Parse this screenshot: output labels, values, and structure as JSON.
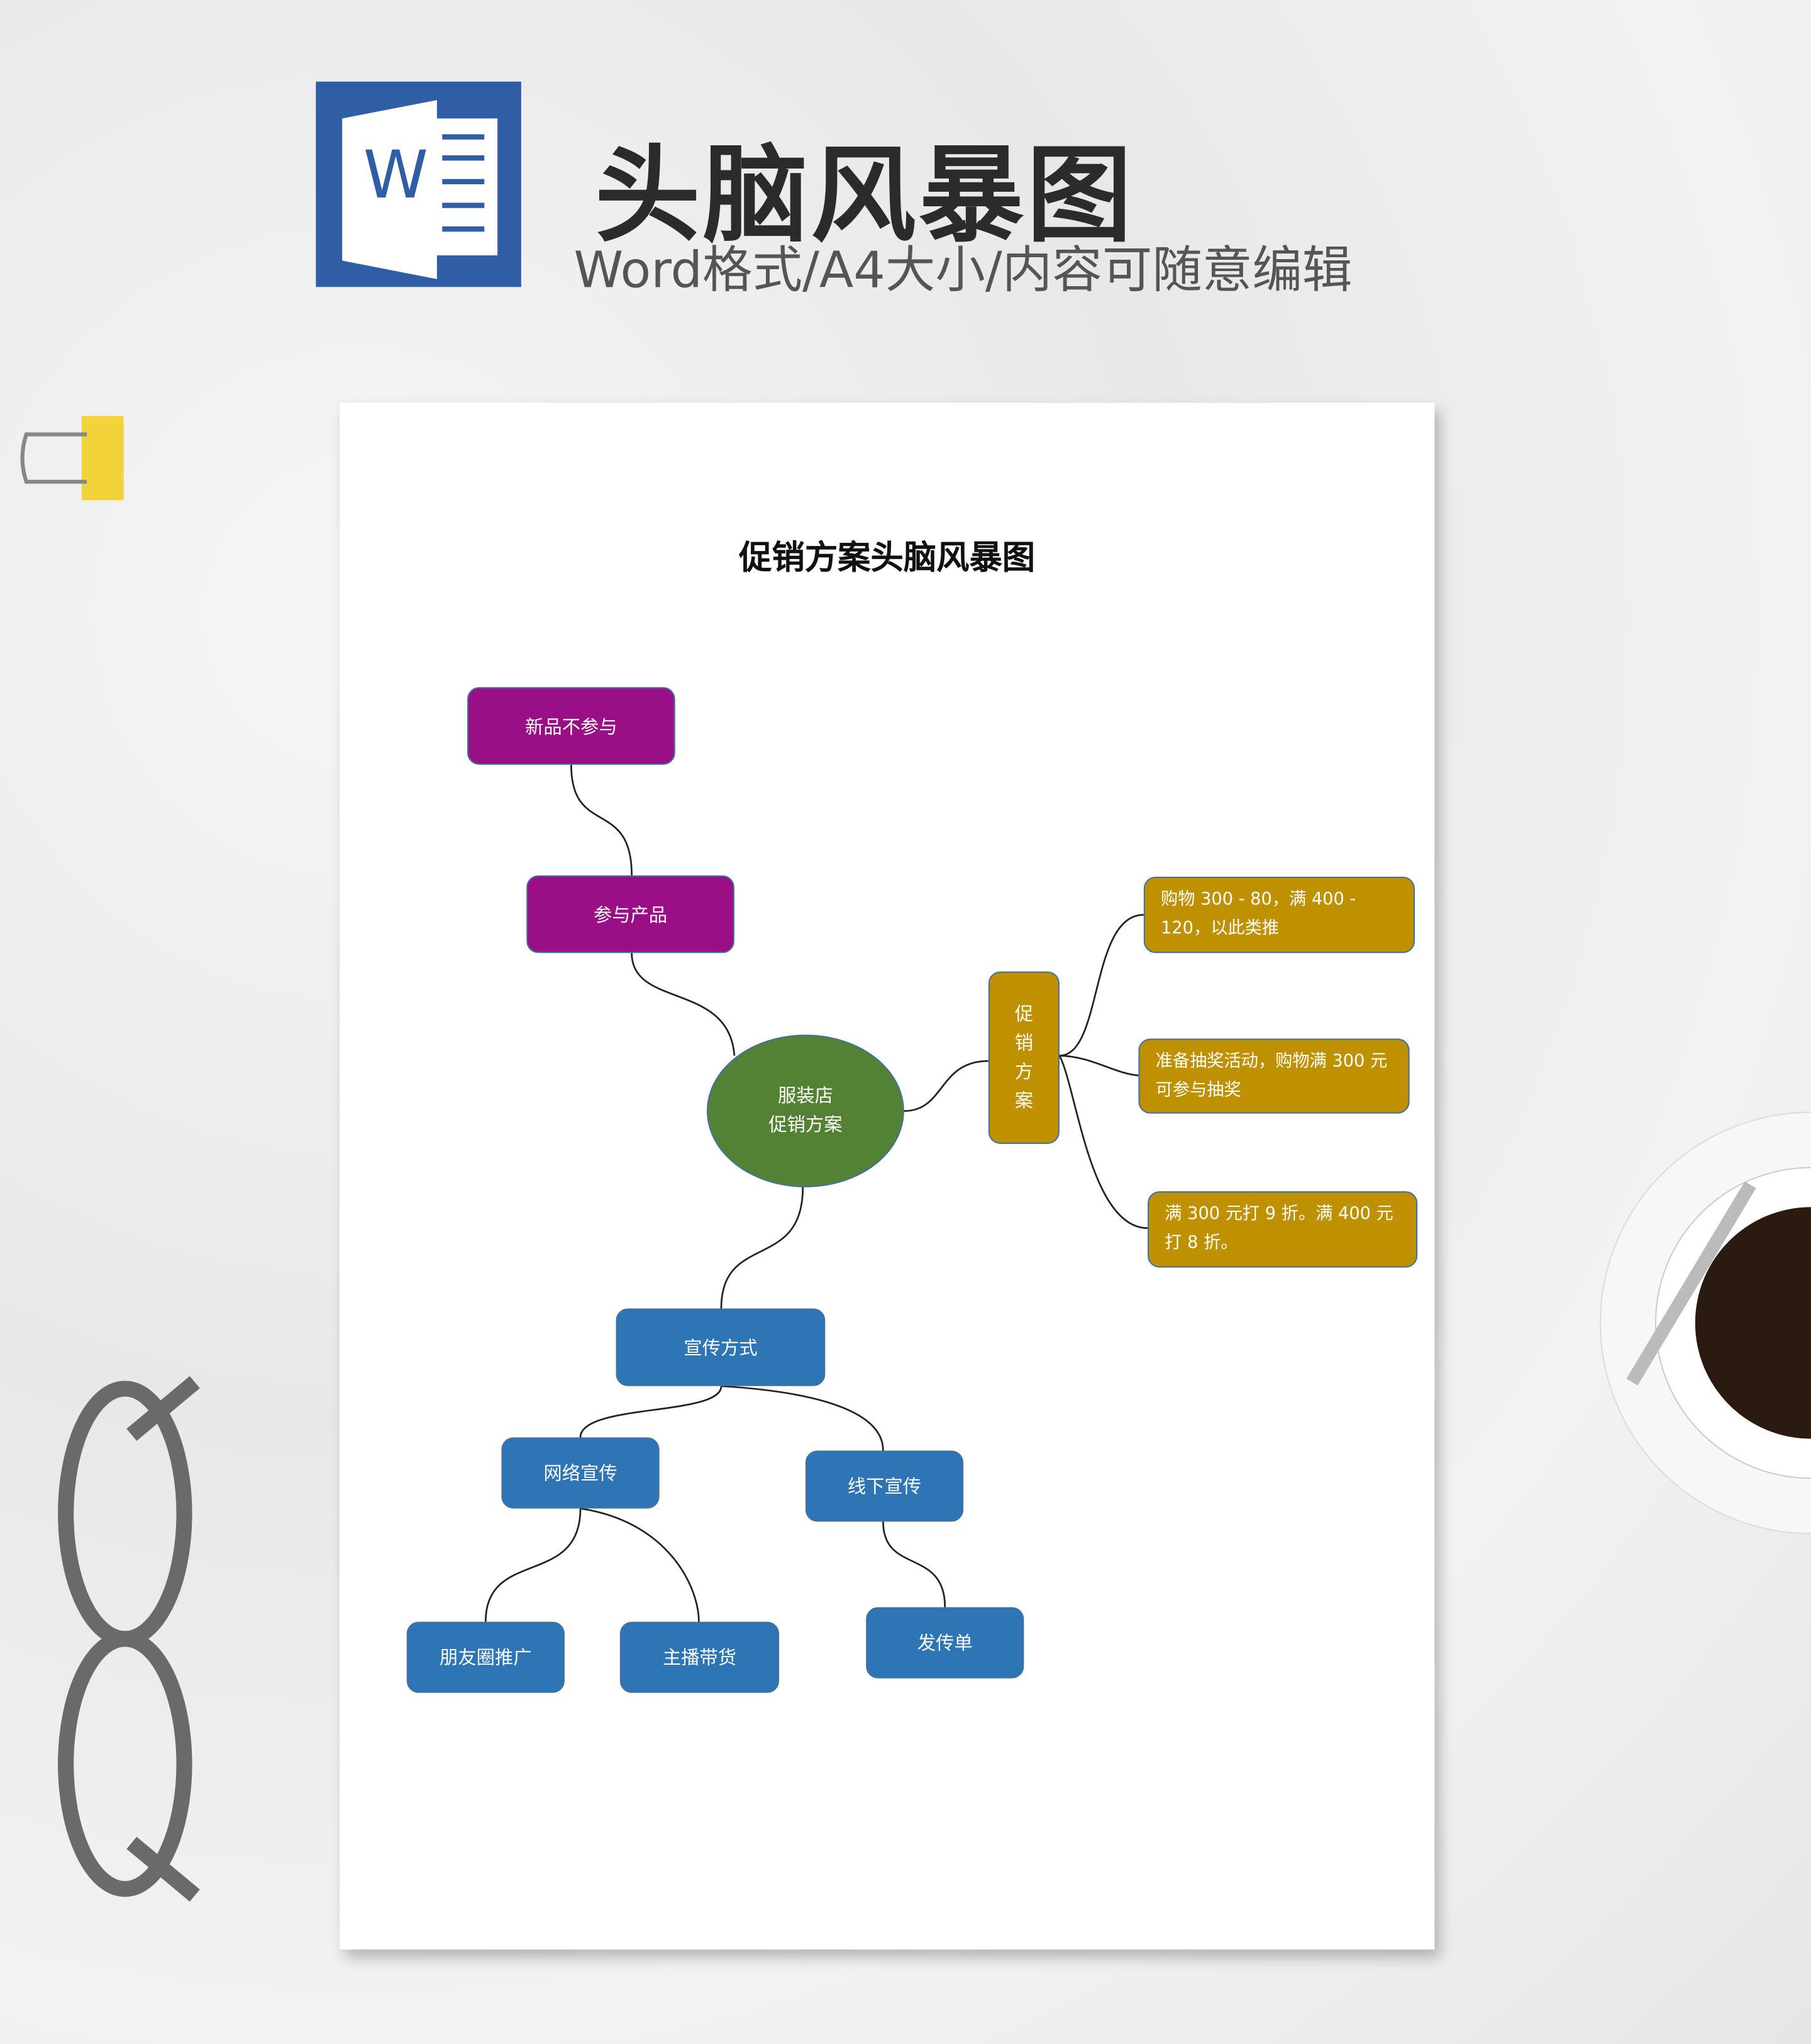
{
  "header": {
    "title": "头脑风暴图",
    "subtitle": "Word格式/A4大小/内容可随意编辑",
    "word_icon_letter": "W"
  },
  "document": {
    "title": "促销方案头脑风暴图",
    "center": {
      "line1": "服装店",
      "line2": "促销方案"
    },
    "nodes": {
      "new_excluded": "新品不参与",
      "participating": "参与产品",
      "promo_plan": [
        "促",
        "销",
        "方",
        "案"
      ],
      "promo1": "购物 300 - 80，满 400 - 120，以此类推",
      "promo2": "准备抽奖活动，购物满 300 元可参与抽奖",
      "promo3": "满 300 元打 9 折。满 400 元打 8 折。",
      "publicity": "宣传方式",
      "online": "网络宣传",
      "offline": "线下宣传",
      "moments": "朋友圈推广",
      "livestream": "主播带货",
      "flyers": "发传单"
    }
  },
  "colors": {
    "purple": "#9a0f86",
    "green": "#548235",
    "gold": "#bf9000",
    "blue": "#2e75b6",
    "word": "#2f5ea5"
  }
}
